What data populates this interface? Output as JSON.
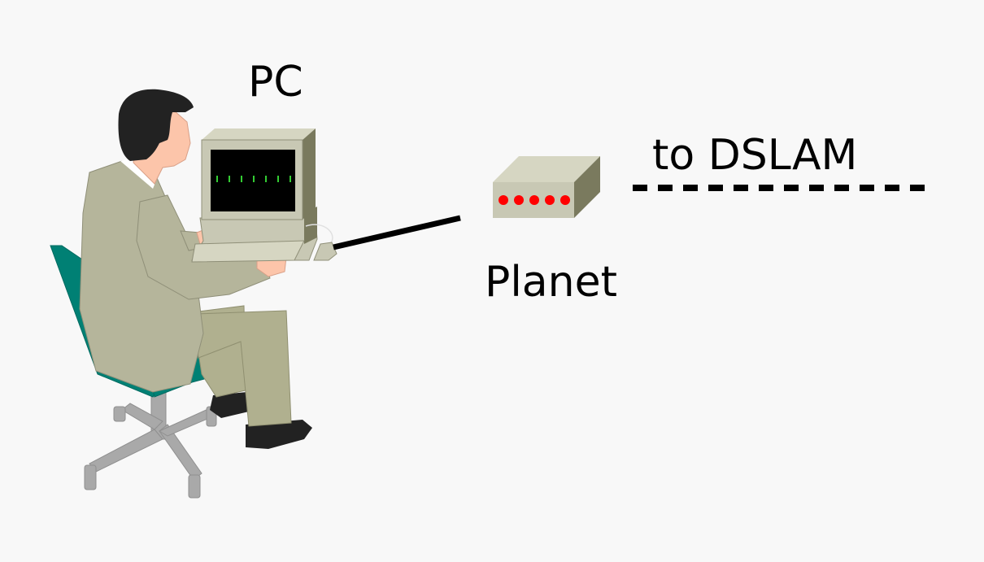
{
  "labels": {
    "pc": "PC",
    "modem": "Planet",
    "uplink": "to DSLAM"
  },
  "colors": {
    "background": "#f8f8f8",
    "suit": "#b5b59b",
    "chair_seat": "#008074",
    "chair_base": "#a9a9a9",
    "hair_shoes": "#222222",
    "skin": "#fcc5aa",
    "device_face": "#c8c8b4",
    "device_top": "#d6d6c2",
    "device_side": "#7a7a5e",
    "screen": "#000000",
    "screen_ticks": "#33cc33",
    "leds": "#ff0000",
    "cable": "#000000"
  },
  "icons": {
    "person": "person-at-desk-icon",
    "chair": "office-chair-icon",
    "computer": "desktop-computer-icon",
    "modem": "modem-icon"
  }
}
